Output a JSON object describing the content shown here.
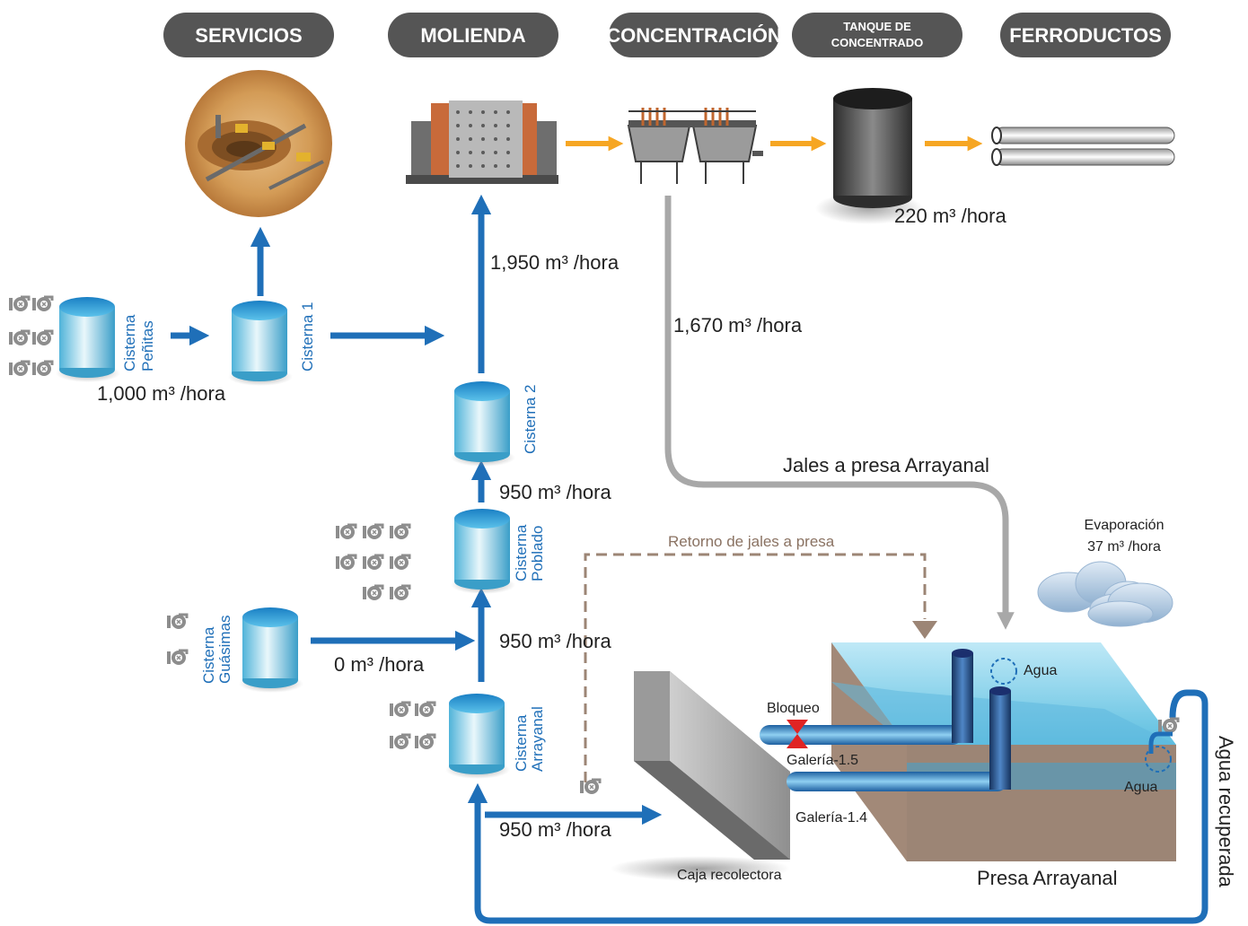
{
  "headers": {
    "servicios": "SERVICIOS",
    "molienda": "MOLIENDA",
    "concentracion": "CONCENTRACIÓN",
    "tanque_line1": "TANQUE DE",
    "tanque_line2": "CONCENTRADO",
    "ferroductos": "FERRODUCTOS"
  },
  "cisterns": {
    "penitas_1": "Cisterna",
    "penitas_2": "Peñitas",
    "c1": "Cisterna 1",
    "c2": "Cisterna 2",
    "poblado_1": "Cisterna",
    "poblado_2": "Poblado",
    "guasimas_1": "Cisterna",
    "guasimas_2": "Guásimas",
    "arrayanal_1": "Cisterna",
    "arrayanal_2": "Arrayanal"
  },
  "flows": {
    "penitas": "1,000 m³ /hora",
    "molienda": "1,950 m³ /hora",
    "concentracion": "1,670 m³ /hora",
    "tanque": "220 m³ /hora",
    "c2_poblado": "950 m³ /hora",
    "arrayanal_poblado": "950 m³ /hora",
    "guasimas": "0 m³ /hora",
    "caja": "950 m³ /hora"
  },
  "labels": {
    "jales": "Jales a presa Arrayanal",
    "retorno": "Retorno de jales a presa",
    "evaporacion_1": "Evaporación",
    "evaporacion_2": "37 m³ /hora",
    "bloqueo": "Bloqueo",
    "galeria_15": "Galería-1.5",
    "galeria_14": "Galería-1.4",
    "agua_1": "Agua",
    "agua_2": "Agua",
    "caja": "Caja recolectora",
    "presa": "Presa Arrayanal",
    "agua_recuperada": "Agua recuperada"
  },
  "colors": {
    "flow_blue": "#1f6fb8",
    "header_gray": "#555555",
    "product_orange": "#f6a623",
    "tailings_gray": "#a8a8a8",
    "return_brown": "#9c8575"
  }
}
